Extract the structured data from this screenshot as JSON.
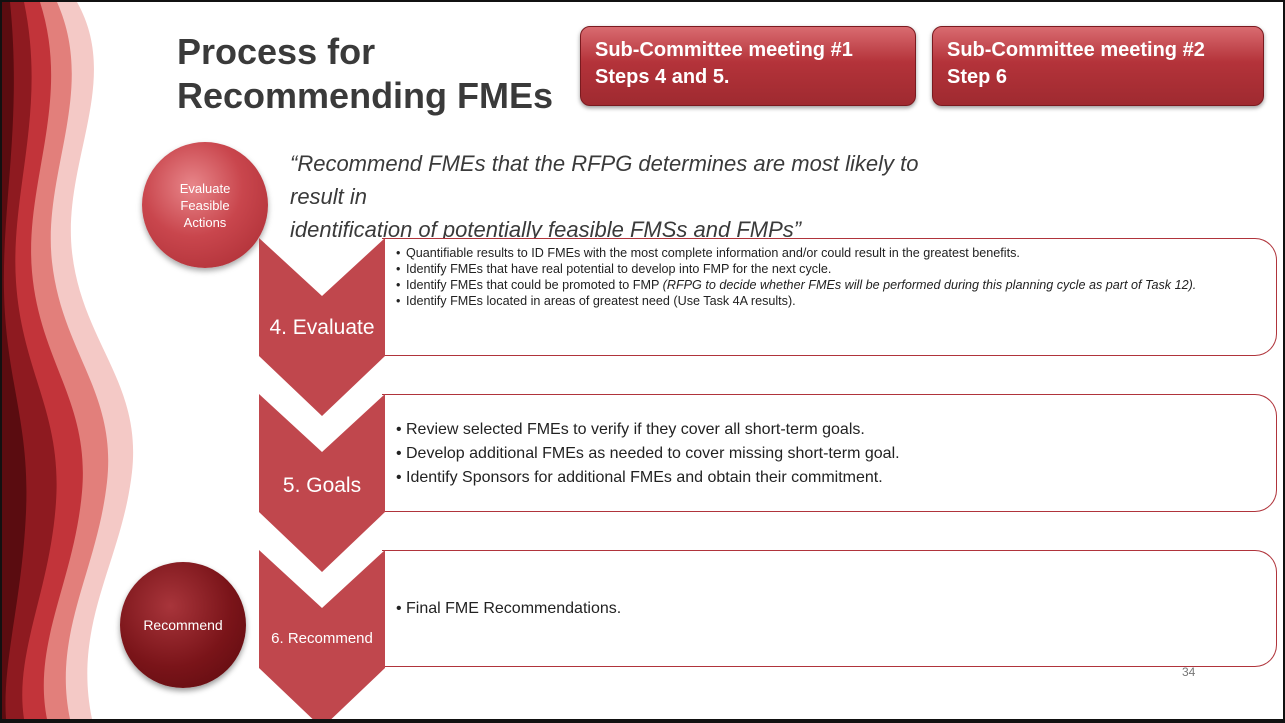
{
  "slide": {
    "title_line1": "Process for",
    "title_line2": "Recommending FMEs",
    "meeting1": {
      "line1": "Sub-Committee meeting #1",
      "line2": "Steps 4 and 5."
    },
    "meeting2": {
      "line1": "Sub-Committee meeting #2",
      "line2": "Step 6"
    },
    "circle_evaluate": {
      "line1": "Evaluate",
      "line2": "Feasible",
      "line3": "Actions"
    },
    "circle_recommend": "Recommend",
    "quote_line1": "“Recommend FMEs that the RFPG determines are most likely to result in",
    "quote_line2": "identification of potentially feasible FMSs and FMPs”",
    "steps": [
      {
        "label": "4. Evaluate",
        "bullets": [
          "Quantifiable results to ID FMEs with the most complete information and/or could result in the greatest benefits.",
          "Identify FMEs that have real potential to develop into FMP for the next cycle.",
          "Identify FMEs that could be promoted to FMP ",
          "Identify FMEs located in areas of greatest need (Use Task 4A results)."
        ],
        "bullet3_italic": "(RFPG to decide whether FMEs will be performed during this planning cycle as part of Task 12)."
      },
      {
        "label": "5. Goals",
        "bullets": [
          "Review selected FMEs to verify if they cover all short-term goals.",
          "Develop additional FMEs as needed to cover missing short-term goal.",
          "Identify Sponsors for additional FMEs and obtain their commitment."
        ]
      },
      {
        "label": "6. Recommend",
        "bullets": [
          "Final FME Recommendations."
        ]
      }
    ],
    "page_number": "34",
    "colors": {
      "accent": "#b4333a",
      "dark_red": "#6e1216",
      "chevron": "#c0474d"
    }
  }
}
